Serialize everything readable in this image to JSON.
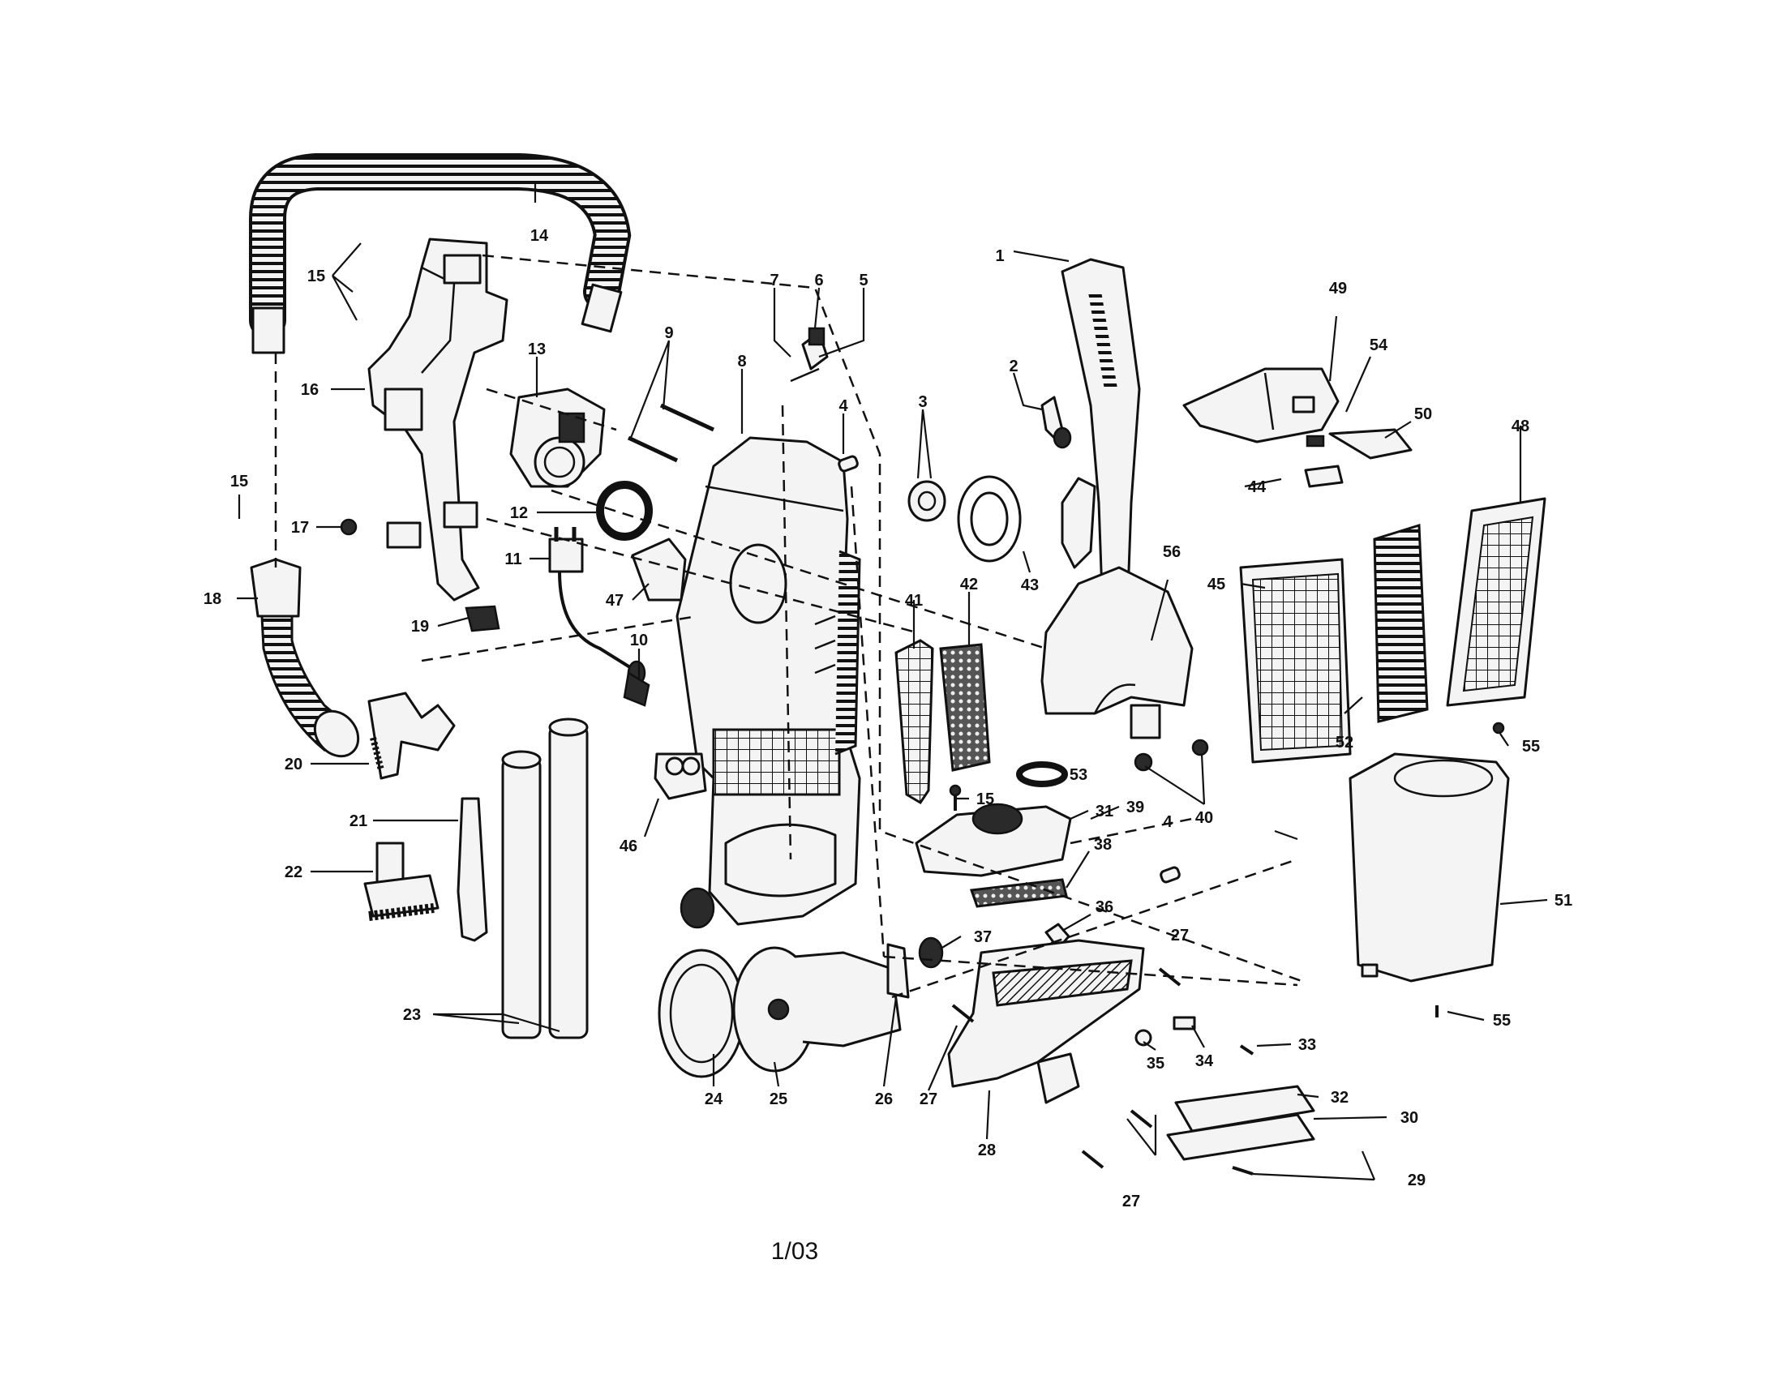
{
  "footer_date": "1/03",
  "callouts": [
    {
      "id": "c1",
      "label": "1"
    },
    {
      "id": "c2",
      "label": "2"
    },
    {
      "id": "c3",
      "label": "3"
    },
    {
      "id": "c4a",
      "label": "4"
    },
    {
      "id": "c4b",
      "label": "4"
    },
    {
      "id": "c5",
      "label": "5"
    },
    {
      "id": "c6",
      "label": "6"
    },
    {
      "id": "c7",
      "label": "7"
    },
    {
      "id": "c8",
      "label": "8"
    },
    {
      "id": "c9",
      "label": "9"
    },
    {
      "id": "c10",
      "label": "10"
    },
    {
      "id": "c11",
      "label": "11"
    },
    {
      "id": "c12",
      "label": "12"
    },
    {
      "id": "c13",
      "label": "13"
    },
    {
      "id": "c14",
      "label": "14"
    },
    {
      "id": "c15a",
      "label": "15"
    },
    {
      "id": "c15b",
      "label": "15"
    },
    {
      "id": "c15c",
      "label": "15"
    },
    {
      "id": "c16",
      "label": "16"
    },
    {
      "id": "c17",
      "label": "17"
    },
    {
      "id": "c18",
      "label": "18"
    },
    {
      "id": "c19",
      "label": "19"
    },
    {
      "id": "c20",
      "label": "20"
    },
    {
      "id": "c21",
      "label": "21"
    },
    {
      "id": "c22",
      "label": "22"
    },
    {
      "id": "c23",
      "label": "23"
    },
    {
      "id": "c24",
      "label": "24"
    },
    {
      "id": "c25",
      "label": "25"
    },
    {
      "id": "c26",
      "label": "26"
    },
    {
      "id": "c27a",
      "label": "27"
    },
    {
      "id": "c27b",
      "label": "27"
    },
    {
      "id": "c27c",
      "label": "27"
    },
    {
      "id": "c28",
      "label": "28"
    },
    {
      "id": "c29",
      "label": "29"
    },
    {
      "id": "c30",
      "label": "30"
    },
    {
      "id": "c31",
      "label": "31"
    },
    {
      "id": "c32",
      "label": "32"
    },
    {
      "id": "c33",
      "label": "33"
    },
    {
      "id": "c34",
      "label": "34"
    },
    {
      "id": "c35",
      "label": "35"
    },
    {
      "id": "c36",
      "label": "36"
    },
    {
      "id": "c37",
      "label": "37"
    },
    {
      "id": "c38",
      "label": "38"
    },
    {
      "id": "c39",
      "label": "39"
    },
    {
      "id": "c40",
      "label": "40"
    },
    {
      "id": "c41",
      "label": "41"
    },
    {
      "id": "c42",
      "label": "42"
    },
    {
      "id": "c43",
      "label": "43"
    },
    {
      "id": "c44",
      "label": "44"
    },
    {
      "id": "c45",
      "label": "45"
    },
    {
      "id": "c46",
      "label": "46"
    },
    {
      "id": "c47",
      "label": "47"
    },
    {
      "id": "c48",
      "label": "48"
    },
    {
      "id": "c49",
      "label": "49"
    },
    {
      "id": "c50",
      "label": "50"
    },
    {
      "id": "c51",
      "label": "51"
    },
    {
      "id": "c52",
      "label": "52"
    },
    {
      "id": "c53",
      "label": "53"
    },
    {
      "id": "c54",
      "label": "54"
    },
    {
      "id": "c55a",
      "label": "55"
    },
    {
      "id": "c55b",
      "label": "55"
    },
    {
      "id": "c56",
      "label": "56"
    }
  ]
}
